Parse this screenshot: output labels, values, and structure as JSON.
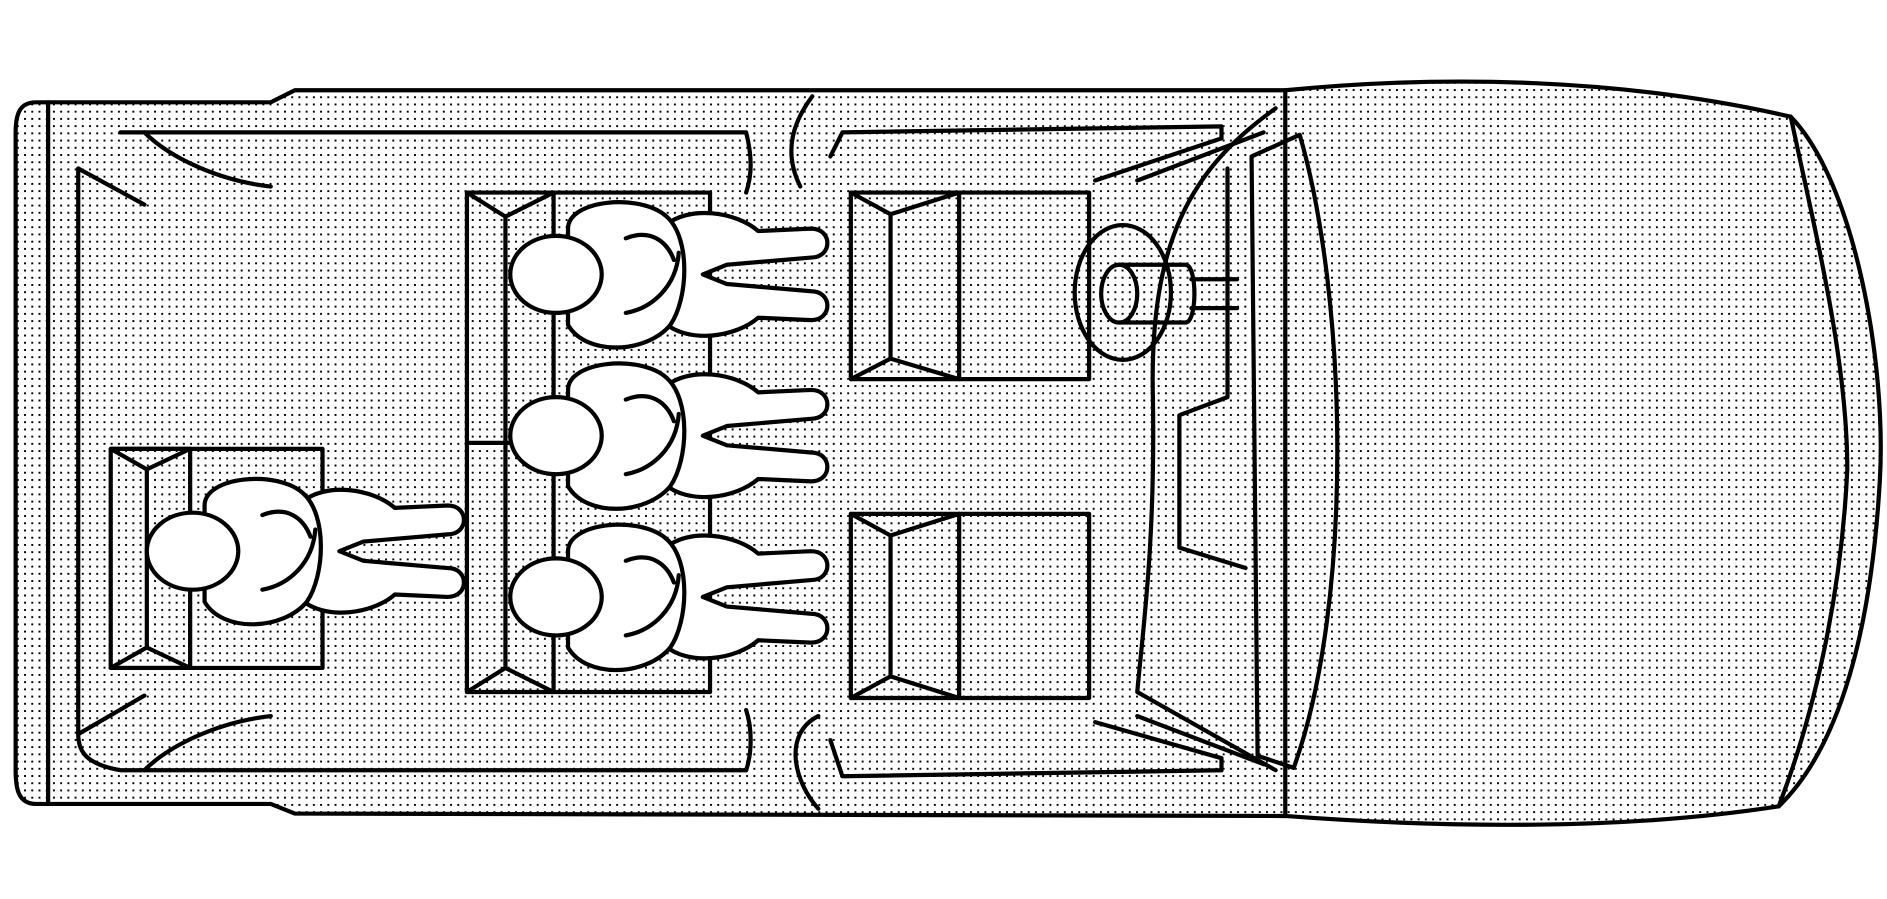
{
  "figure": {
    "subject": "vehicle-top-view-seating-layout",
    "colors": {
      "line": "#000000",
      "fill_pattern_dot": "#000000",
      "background": "#ffffff",
      "occupant_fill": "#ffffff"
    },
    "seats": {
      "rear_single": 1,
      "bench": 1,
      "front": 2
    },
    "occupants": 4
  }
}
